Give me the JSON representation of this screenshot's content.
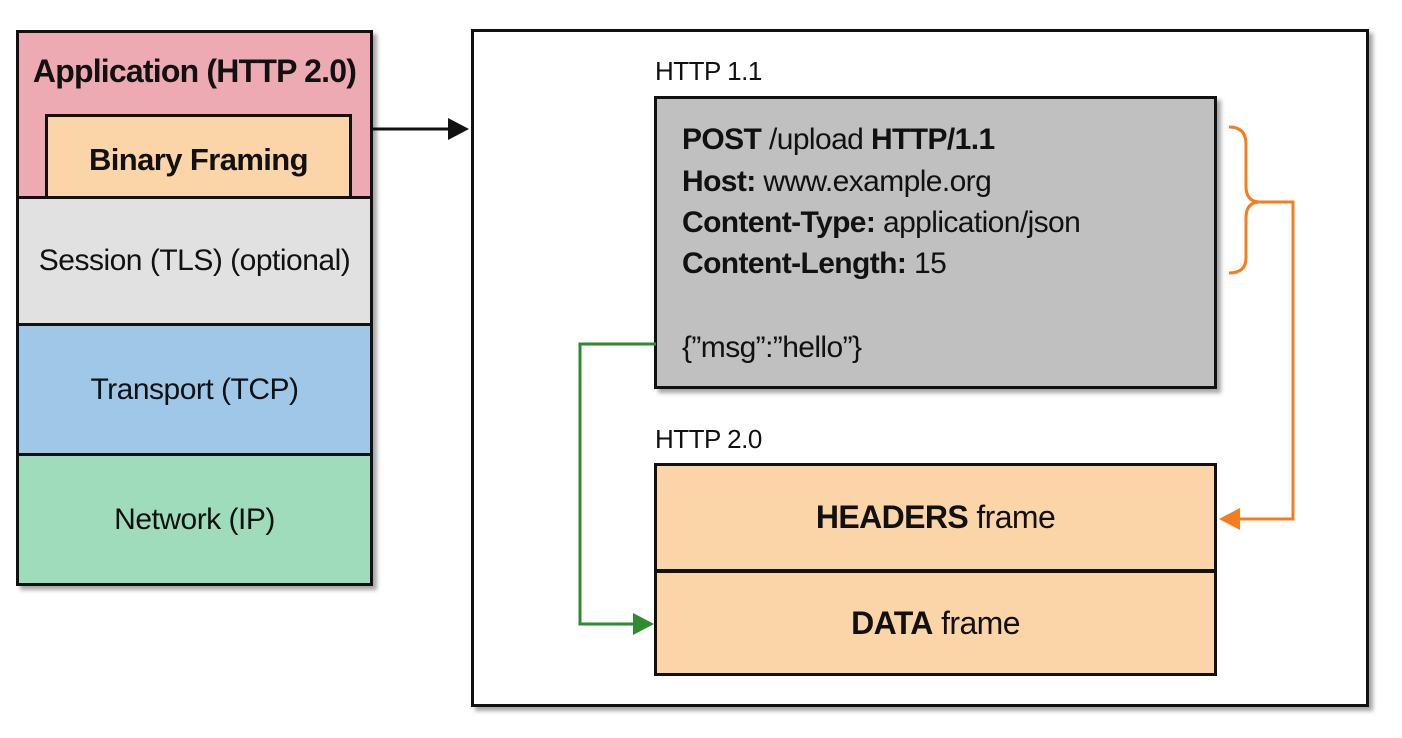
{
  "stack": {
    "application": "Application (HTTP 2.0)",
    "binary_framing": "Binary Framing",
    "session": "Session (TLS) (optional)",
    "transport": "Transport (TCP)",
    "network": "Network (IP)"
  },
  "http11": {
    "label": "HTTP 1.1",
    "request_line": {
      "method": "POST",
      "path": " /upload ",
      "version": "HTTP/1.1"
    },
    "headers": [
      {
        "name": "Host:",
        "value": " www.example.org"
      },
      {
        "name": "Content-Type:",
        "value": " application/json"
      },
      {
        "name": "Content-Length:",
        "value": " 15"
      }
    ],
    "body": "{”msg”:”hello”}"
  },
  "http20": {
    "label": "HTTP 2.0",
    "headers_frame": {
      "bold": "HEADERS",
      "rest": " frame"
    },
    "data_frame": {
      "bold": "DATA",
      "rest": " frame"
    }
  },
  "colors": {
    "application": "#eeaab2",
    "binary_framing": "#fbd5a8",
    "session": "#e1e1e1",
    "transport": "#9fc8e8",
    "network": "#9edcbc",
    "http11_box": "#c0c0c0",
    "frame": "#fbd5a8",
    "orange_arrow": "#f47d20",
    "green_arrow": "#2e8b32"
  }
}
